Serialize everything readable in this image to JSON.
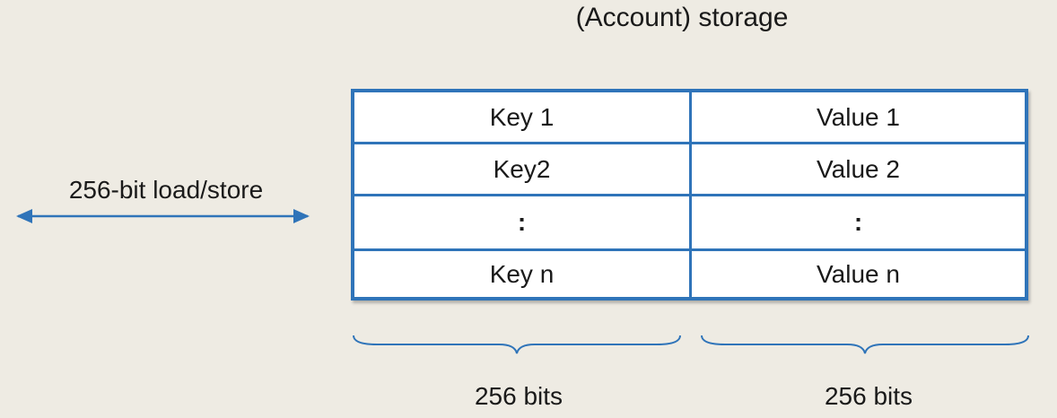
{
  "title": "(Account) storage",
  "arrow_label": "256-bit load/store",
  "storage_table": {
    "rows": [
      {
        "key": "Key 1",
        "value": "Value 1"
      },
      {
        "key": "Key2",
        "value": "Value 2"
      },
      {
        "key": ":",
        "value": ":"
      },
      {
        "key": "Key n",
        "value": "Value n"
      }
    ]
  },
  "key_width_label": "256 bits",
  "value_width_label": "256 bits",
  "colors": {
    "background": "#EEEBE3",
    "table_border": "#2F74B9",
    "arrow": "#2F74B9",
    "brace": "#2F74B9"
  }
}
